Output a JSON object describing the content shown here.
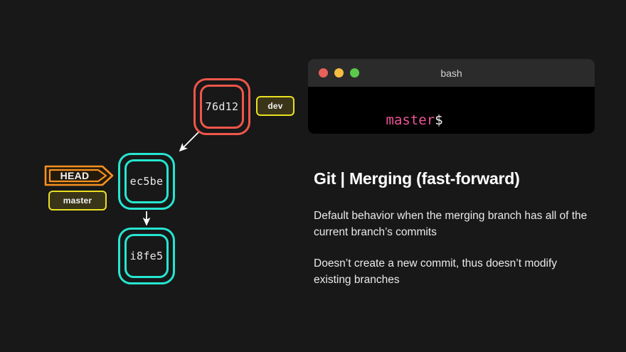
{
  "slide": {
    "background": "#181818"
  },
  "graph": {
    "commits": [
      {
        "id": "76d12",
        "color": "#f0564a",
        "name": "commit-node-76d12"
      },
      {
        "id": "ec5be",
        "color": "#25e6d0",
        "name": "commit-node-ec5be"
      },
      {
        "id": "i8fe5",
        "color": "#25e6d0",
        "name": "commit-node-i8fe5"
      }
    ],
    "tags": [
      {
        "label": "dev",
        "border": "#eae022",
        "fill": "#3a3519"
      },
      {
        "label": "master",
        "border": "#eae022",
        "fill": "#3a3519"
      }
    ],
    "head": {
      "label": "HEAD",
      "color": "#f59121"
    },
    "arrows": [
      {
        "name": "arrow-76d12-to-ec5be",
        "color": "#ffffff"
      },
      {
        "name": "arrow-ec5be-to-i8fe5",
        "color": "#ffffff"
      }
    ]
  },
  "terminal": {
    "title": "bash",
    "traffic_lights": [
      "#e8605a",
      "#f3bd41",
      "#5bc94c"
    ],
    "prompt_branch": "master",
    "prompt_sigil": "$",
    "prompt_branch_color": "#ee5599",
    "body_background": "#000000"
  },
  "content": {
    "heading": "Git | Merging (fast-forward)",
    "paragraphs": [
      "Default behavior when the merging branch has all of the current branch’s commits",
      "Doesn’t create a new commit, thus doesn’t modify existing branches"
    ]
  }
}
